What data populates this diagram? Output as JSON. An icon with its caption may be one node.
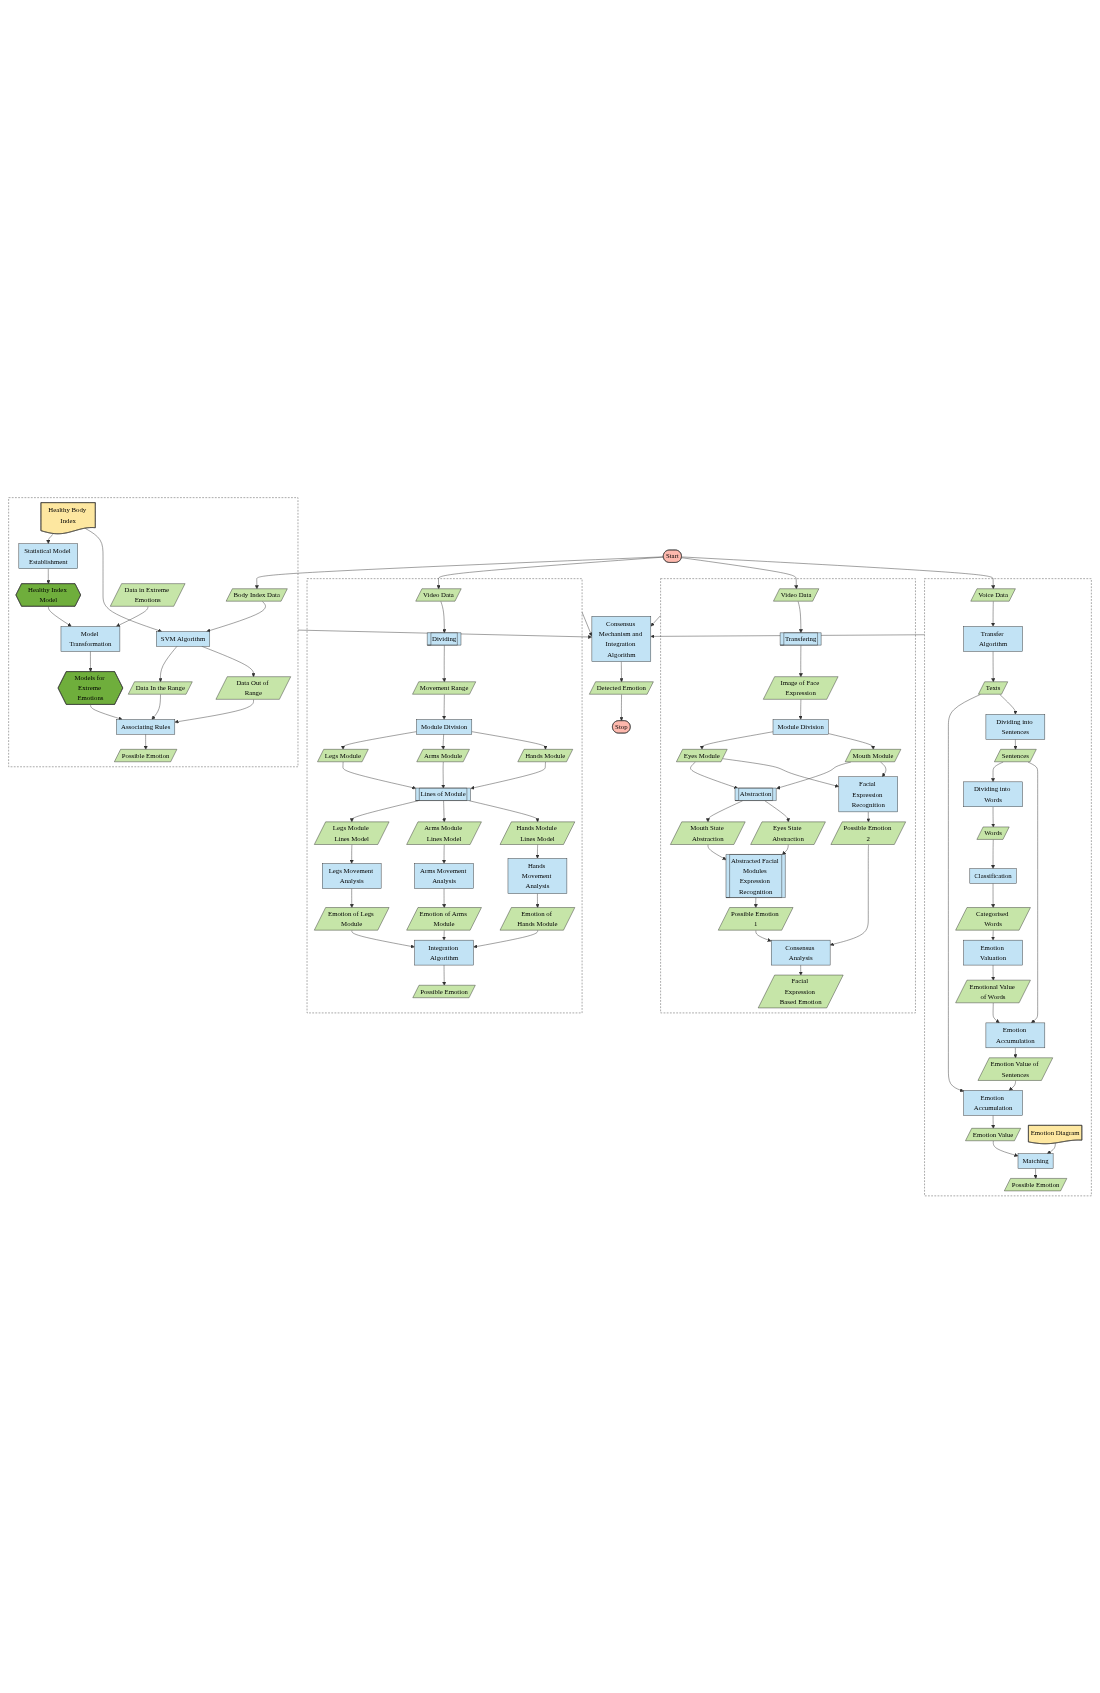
{
  "diagram": {
    "nodes": [
      {
        "text": [
          "Start"
        ]
      },
      {
        "text": [],
        "shape": "box"
      },
      {
        "text": [
          "Body Index Data"
        ],
        "in": 1
      },
      {
        "text": [
          "Healthy Body Index"
        ],
        "in": 1
      },
      {
        "text": [
          "SVM Algorithm"
        ],
        "in": 1
      },
      {
        "text": [
          "Statistical Model Establishment"
        ],
        "in": 1
      },
      {
        "text": [
          "Healthy Index Model"
        ],
        "in": 1
      },
      {
        "text": [
          "Data in Extreme Emotions"
        ],
        "in": 1
      },
      {
        "text": [
          "Model Transformation"
        ],
        "in": 1
      },
      {
        "text": [
          "Models for Extreme Emotions"
        ],
        "in": 1
      },
      {
        "text": [
          "Data Out of Range"
        ],
        "in": 1
      },
      {
        "text": [
          "Data In the Range"
        ],
        "in": 1
      },
      {
        "text": [
          "Associating Rules"
        ],
        "in": 1
      },
      {
        "text": [
          "Possible Emotion"
        ],
        "in": 1
      },
      {
        "text": [],
        "shape": "box"
      },
      {
        "text": [
          "Voice Data"
        ],
        "in": 14
      },
      {
        "text": [
          "Transfer Algorithm"
        ],
        "in": 14
      },
      {
        "text": [
          "Texts"
        ],
        "in": 14
      },
      {
        "text": [
          "Dividing into Sentences"
        ],
        "in": 14
      },
      {
        "text": [
          "Sentences"
        ],
        "in": 14
      },
      {
        "text": [
          "Dividing into Words"
        ],
        "in": 14
      },
      {
        "text": [
          "Words"
        ],
        "in": 14
      },
      {
        "text": [
          "Classification"
        ],
        "in": 14
      },
      {
        "text": [
          "Categorised Words"
        ],
        "in": 14
      },
      {
        "text": [
          "Emotion Valuation"
        ],
        "in": 14
      },
      {
        "text": [
          "Emotional Value of Words"
        ],
        "in": 14
      },
      {
        "text": [
          "Emotion Accumulation"
        ],
        "in": 14
      },
      {
        "text": [
          "Emotion Value of Sentences"
        ],
        "in": 14
      },
      {
        "text": [
          "Emotion Accumulation"
        ],
        "in": 14
      },
      {
        "text": [
          "Emotion Value"
        ],
        "in": 14
      },
      {
        "text": [
          "Emotion Diagram"
        ],
        "in": 14
      },
      {
        "text": [
          "Matching"
        ],
        "in": 14
      },
      {
        "text": [
          "Possible Emotion"
        ],
        "in": 14
      },
      {
        "text": [],
        "shape": "box"
      },
      {
        "text": [
          "Video Data"
        ],
        "in": 33
      },
      {
        "text": [
          "Transfering"
        ],
        "in": 33
      },
      {
        "text": [
          "Image of Face Expression"
        ],
        "in": 33
      },
      {
        "text": [
          "Module Division"
        ],
        "in": 33
      },
      {
        "text": [
          "Eyes Module"
        ],
        "in": 33
      },
      {
        "text": [
          "Mouth Module"
        ],
        "in": 33
      },
      {
        "text": [
          "Facial Expression Recognition"
        ],
        "in": 33
      },
      {
        "text": [
          "Possible Emotion 2"
        ],
        "in": 33
      },
      {
        "text": [
          "Abstraction"
        ],
        "in": 33
      },
      {
        "text": [
          "Eyes State Abstraction"
        ],
        "in": 33
      },
      {
        "text": [
          "Mouth State Abstraction"
        ],
        "in": 33
      },
      {
        "text": [
          "Abstracted Facial Modules Expression Recognition"
        ],
        "in": 33
      },
      {
        "text": [
          "Possible Emotion 1"
        ],
        "in": 33
      },
      {
        "text": [
          "Consensus Analysis"
        ],
        "in": 33
      },
      {
        "text": [
          "Facial Expression Based Emotion"
        ],
        "in": 33
      },
      {
        "text": [],
        "shape": "box"
      },
      {
        "text": [
          "Video Data"
        ],
        "in": 49
      },
      {
        "text": [
          "Dividing"
        ],
        "in": 49
      },
      {
        "text": [
          "Movement Range"
        ],
        "in": 49
      },
      {
        "text": [
          "Module Division"
        ],
        "in": 49
      },
      {
        "text": [
          "Legs Module"
        ],
        "in": 49
      },
      {
        "text": [
          "Arms Module"
        ],
        "in": 49
      },
      {
        "text": [
          "Hands Module"
        ],
        "in": 49
      },
      {
        "text": [
          "Lines of Module"
        ],
        "in": 49
      },
      {
        "text": [
          "Legs Module Lines Model"
        ],
        "in": 49
      },
      {
        "text": [
          "Arms Module Lines Model"
        ],
        "in": 49
      },
      {
        "text": [
          "Hands Module Lines Model"
        ],
        "in": 49
      },
      {
        "text": [
          "Legs Movement Analysis"
        ],
        "in": 49
      },
      {
        "text": [
          "Arms Movement Analysis"
        ],
        "in": 49
      },
      {
        "text": [
          "Hands Movement Analysis"
        ],
        "in": 49
      },
      {
        "text": [
          "Emotion of Legs Module"
        ],
        "in": 49
      },
      {
        "text": [
          "Emotion of Arms Module"
        ],
        "in": 49
      },
      {
        "text": [
          "Emotion of Hands Module"
        ],
        "in": 49
      },
      {
        "text": [
          "Integration Algorithm"
        ],
        "in": 49
      },
      {
        "text": [
          "Possible Emotion"
        ],
        "in": 49
      },
      {
        "text": [
          "Consensus Mechanism and Integration Algorithm"
        ]
      },
      {
        "text": [
          "Detected Emotion"
        ]
      },
      {
        "text": [
          "Stop"
        ]
      }
    ],
    "edges": [
      {
        "from": 0,
        "to": 2,
        "arrow": "to"
      },
      {
        "from": 0,
        "to": 15,
        "arrow": "to"
      },
      {
        "from": 0,
        "to": 34,
        "arrow": "to"
      },
      {
        "from": 0,
        "to": 50,
        "arrow": "to"
      },
      {
        "from": 2,
        "to": 4,
        "arrow": "to"
      },
      {
        "from": 3,
        "to": 4,
        "arrow": "to"
      },
      {
        "from": 3,
        "to": 5,
        "arrow": "to"
      },
      {
        "from": 5,
        "to": 6,
        "arrow": "to"
      },
      {
        "from": 6,
        "to": 8,
        "arrow": "to"
      },
      {
        "from": 7,
        "to": 8,
        "arrow": "to"
      },
      {
        "from": 8,
        "to": 9,
        "arrow": "to"
      },
      {
        "from": 9,
        "to": 12,
        "arrow": "to"
      },
      {
        "from": 4,
        "to": 10,
        "arrow": "to"
      },
      {
        "from": 4,
        "to": 11,
        "arrow": "to"
      },
      {
        "from": 10,
        "to": 12,
        "arrow": "to"
      },
      {
        "from": 11,
        "to": 12,
        "arrow": "to"
      },
      {
        "from": 12,
        "to": 13,
        "arrow": "to"
      },
      {
        "from": 15,
        "to": 16,
        "arrow": "to"
      },
      {
        "from": 16,
        "to": 17,
        "arrow": "to"
      },
      {
        "from": 17,
        "to": 18,
        "arrow": "to"
      },
      {
        "from": 17,
        "to": 28,
        "arrow": "to"
      },
      {
        "from": 18,
        "to": 19,
        "arrow": "to"
      },
      {
        "from": 19,
        "to": 26,
        "arrow": "to"
      },
      {
        "from": 19,
        "to": 20,
        "arrow": "to"
      },
      {
        "from": 20,
        "to": 21,
        "arrow": "to"
      },
      {
        "from": 21,
        "to": 22,
        "arrow": "to"
      },
      {
        "from": 22,
        "to": 23,
        "arrow": "to"
      },
      {
        "from": 23,
        "to": 24,
        "arrow": "to"
      },
      {
        "from": 24,
        "to": 25,
        "arrow": "to"
      },
      {
        "from": 25,
        "to": 26,
        "arrow": "to"
      },
      {
        "from": 26,
        "to": 27,
        "arrow": "to"
      },
      {
        "from": 27,
        "to": 28,
        "arrow": "to"
      },
      {
        "from": 28,
        "to": 29,
        "arrow": "to"
      },
      {
        "from": 29,
        "to": 31,
        "arrow": "to"
      },
      {
        "from": 30,
        "to": 31,
        "arrow": "to"
      },
      {
        "from": 31,
        "to": 32,
        "arrow": "to"
      },
      {
        "from": 34,
        "to": 35,
        "arrow": "to"
      },
      {
        "from": 35,
        "to": 36,
        "arrow": "to"
      },
      {
        "from": 36,
        "to": 37,
        "arrow": "to"
      },
      {
        "from": 37,
        "to": 39,
        "arrow": "to"
      },
      {
        "from": 37,
        "to": 38,
        "arrow": "to"
      },
      {
        "from": 39,
        "to": 40,
        "arrow": "to"
      },
      {
        "from": 38,
        "to": 40,
        "arrow": "to"
      },
      {
        "from": 38,
        "to": 42,
        "arrow": "to"
      },
      {
        "from": 39,
        "to": 42,
        "arrow": "to"
      },
      {
        "from": 40,
        "to": 41,
        "arrow": "to"
      },
      {
        "from": 41,
        "to": 47,
        "arrow": "to"
      },
      {
        "from": 42,
        "to": 43,
        "arrow": "to"
      },
      {
        "from": 42,
        "to": 44,
        "arrow": "to"
      },
      {
        "from": 43,
        "to": 45,
        "arrow": "to"
      },
      {
        "from": 44,
        "to": 45,
        "arrow": "to"
      },
      {
        "from": 45,
        "to": 46,
        "arrow": "to"
      },
      {
        "from": 46,
        "to": 47,
        "arrow": "to"
      },
      {
        "from": 47,
        "to": 48,
        "arrow": "to"
      },
      {
        "from": 50,
        "to": 51,
        "arrow": "to"
      },
      {
        "from": 51,
        "to": 52,
        "arrow": "to"
      },
      {
        "from": 52,
        "to": 53,
        "arrow": "to"
      },
      {
        "from": 53,
        "to": 56,
        "arrow": "to"
      },
      {
        "from": 53,
        "to": 55,
        "arrow": "to"
      },
      {
        "from": 53,
        "to": 54,
        "arrow": "to"
      },
      {
        "from": 56,
        "to": 57,
        "arrow": "to"
      },
      {
        "from": 55,
        "to": 57,
        "arrow": "to"
      },
      {
        "from": 54,
        "to": 57,
        "arrow": "to"
      },
      {
        "from": 57,
        "to": 60,
        "arrow": "to"
      },
      {
        "from": 57,
        "to": 59,
        "arrow": "to"
      },
      {
        "from": 57,
        "to": 58,
        "arrow": "to"
      },
      {
        "from": 60,
        "to": 63,
        "arrow": "to"
      },
      {
        "from": 59,
        "to": 62,
        "arrow": "to"
      },
      {
        "from": 58,
        "to": 61,
        "arrow": "to"
      },
      {
        "from": 63,
        "to": 66,
        "arrow": "to"
      },
      {
        "from": 62,
        "to": 65,
        "arrow": "to"
      },
      {
        "from": 61,
        "to": 64,
        "arrow": "to"
      },
      {
        "from": 66,
        "to": 67,
        "arrow": "to"
      },
      {
        "from": 65,
        "to": 67,
        "arrow": "to"
      },
      {
        "from": 64,
        "to": 67,
        "arrow": "to"
      },
      {
        "from": 67,
        "to": 68,
        "arrow": "to"
      },
      {
        "from": 1,
        "to": 69,
        "arrow": "to"
      },
      {
        "from": 14,
        "to": 69,
        "arrow": "to"
      },
      {
        "from": 33,
        "to": 69,
        "arrow": "to"
      },
      {
        "from": 49,
        "to": 69,
        "arrow": "to"
      },
      {
        "from": 69,
        "to": 70,
        "arrow": "to"
      },
      {
        "from": 70,
        "to": 71,
        "arrow": "to"
      }
    ]
  }
}
